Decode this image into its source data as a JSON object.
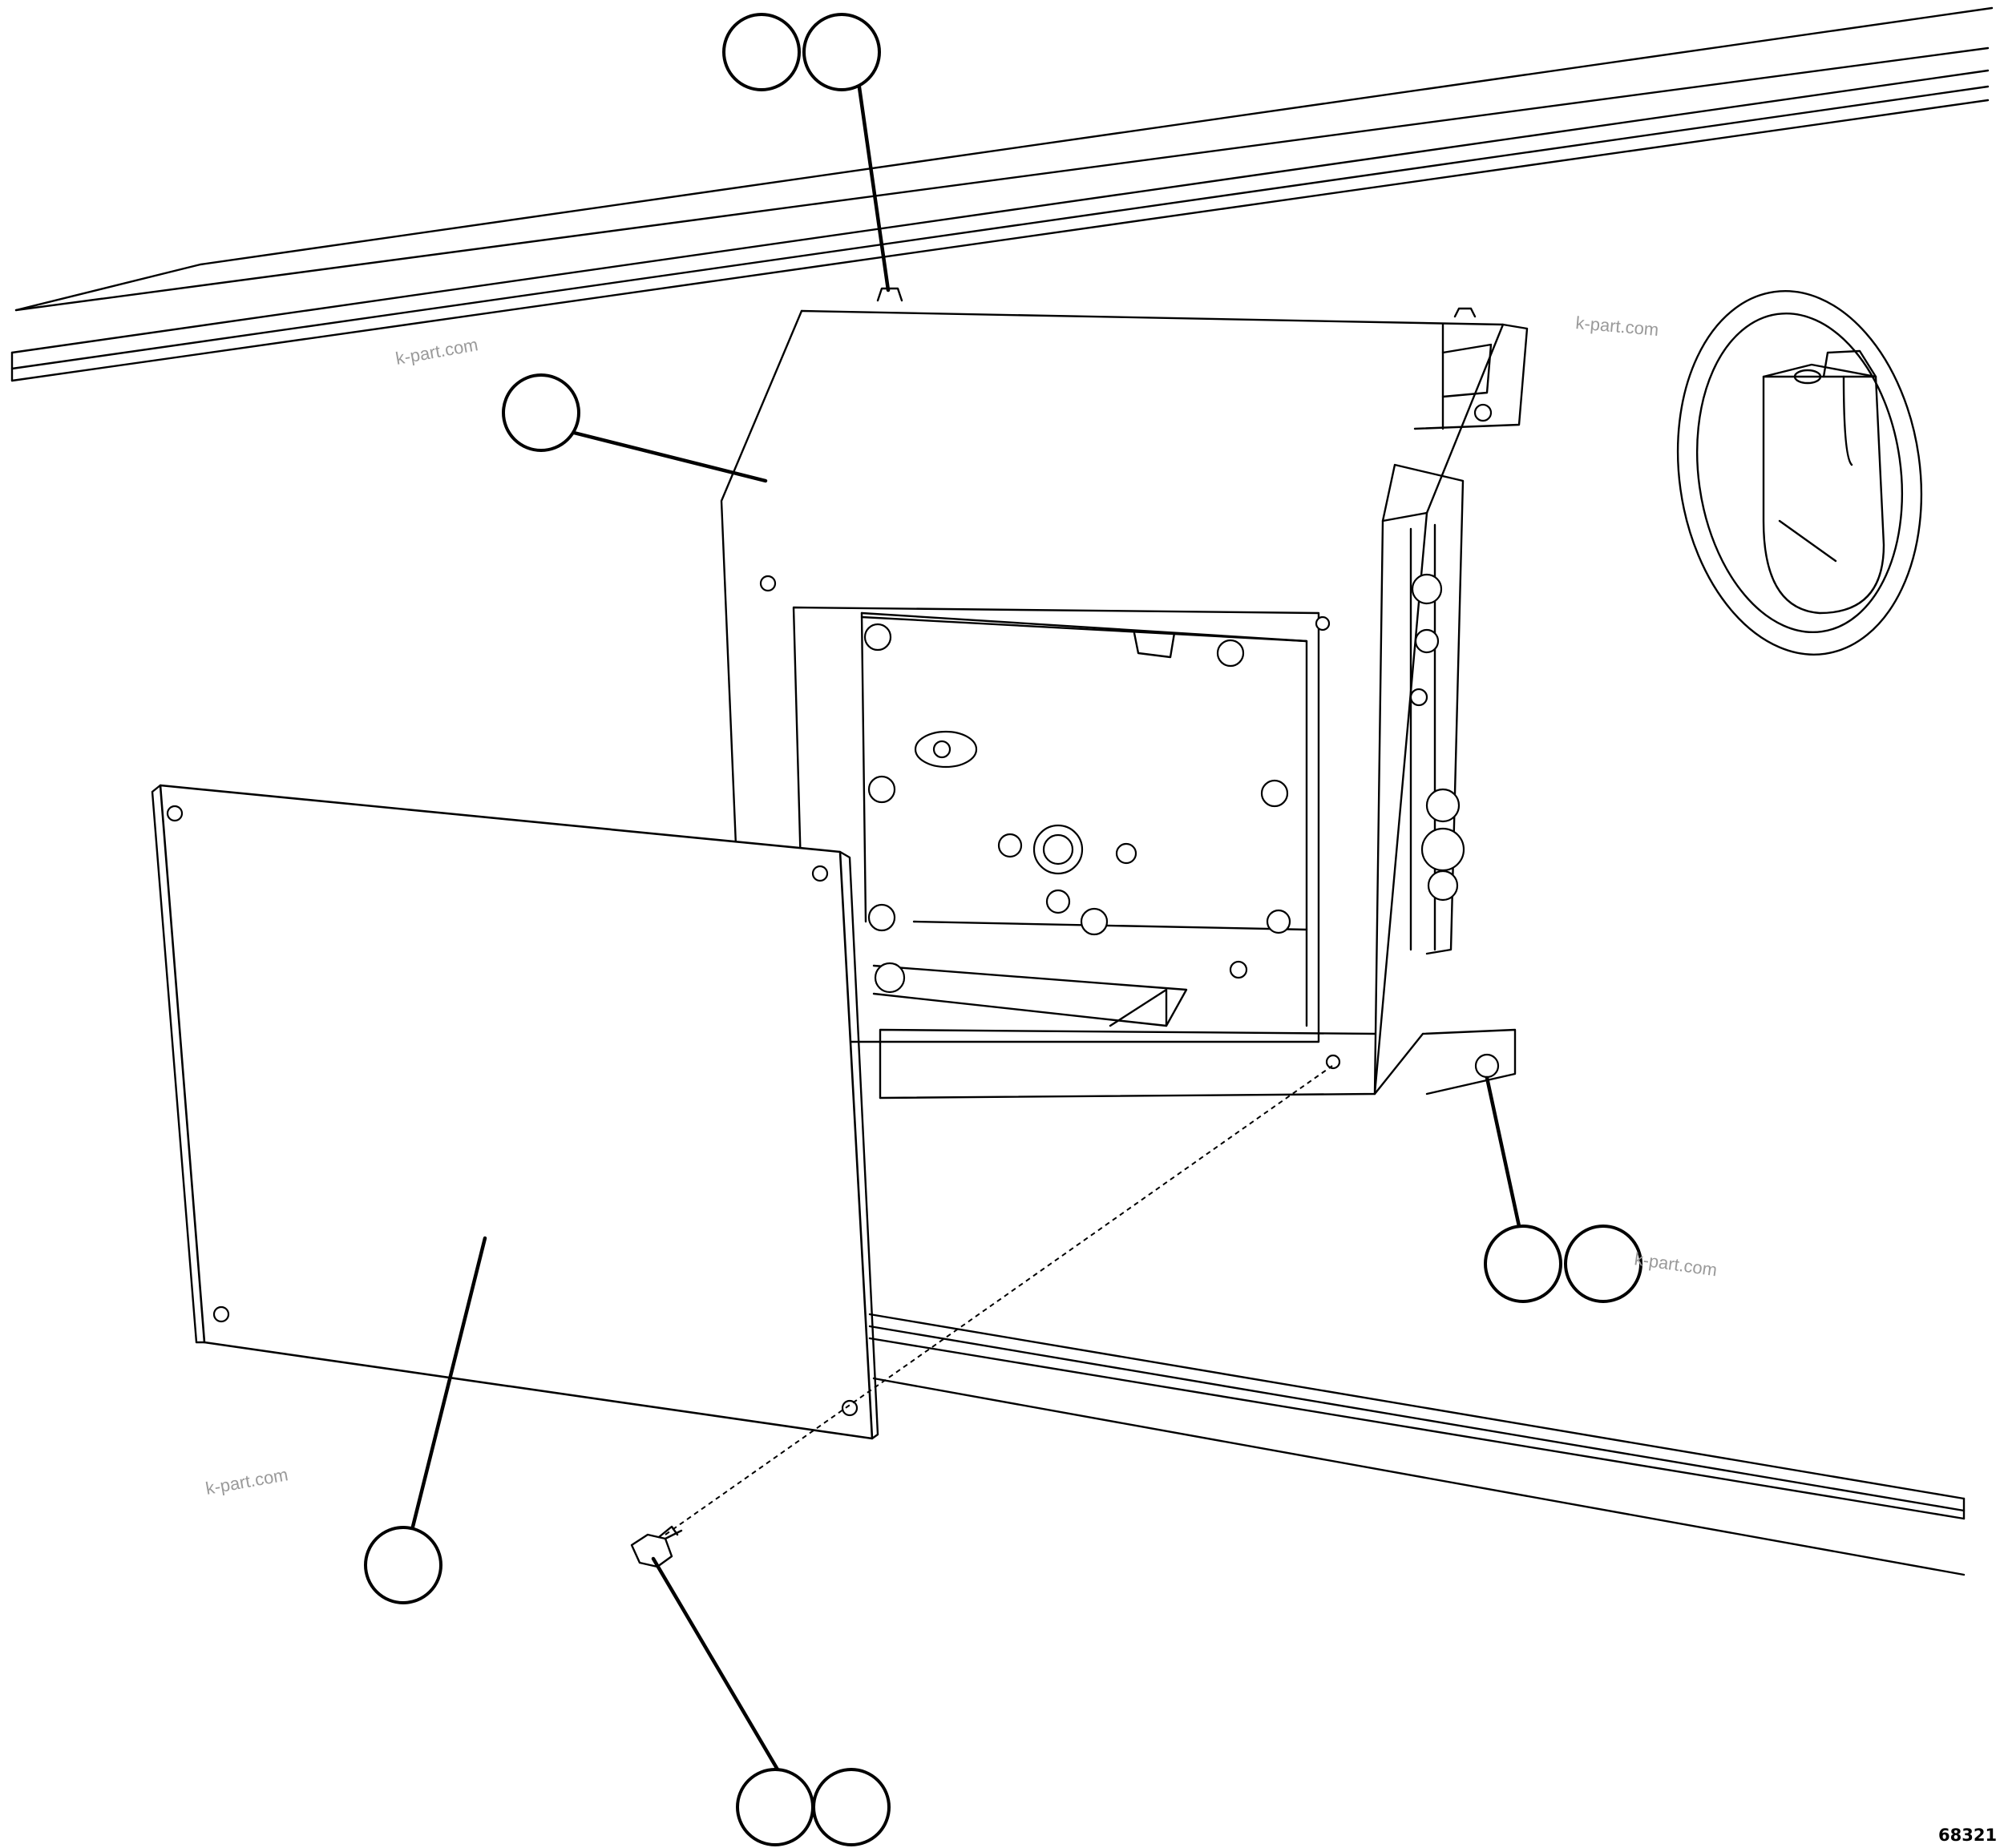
{
  "watermarks": [
    "k-part.com",
    "k-part.com",
    "k-part.com",
    "k-part.com"
  ],
  "figure_number": "68321",
  "callouts": [
    {
      "id": "callout-top-pair",
      "count": 2
    },
    {
      "id": "callout-housing",
      "count": 1
    },
    {
      "id": "callout-right-pair",
      "count": 2
    },
    {
      "id": "callout-cover-plate",
      "count": 1
    },
    {
      "id": "callout-bolt-pair",
      "count": 2
    }
  ]
}
